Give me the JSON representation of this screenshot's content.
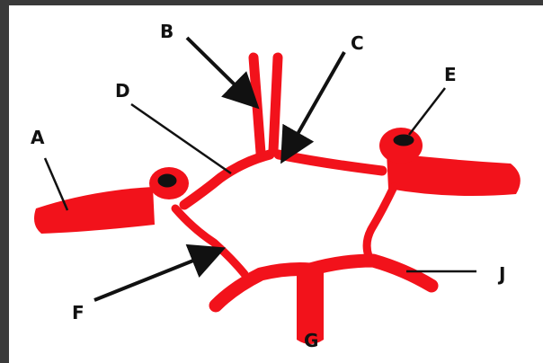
{
  "diagram": {
    "labels": {
      "A": "A",
      "B": "B",
      "C": "C",
      "D": "D",
      "E": "E",
      "F": "F",
      "G": "G",
      "J": "J"
    },
    "colors": {
      "vessel": "#f2121b",
      "lumen": "#111111",
      "pointer": "#111111",
      "background": "#ffffff",
      "border": "#3a3a3a"
    }
  }
}
